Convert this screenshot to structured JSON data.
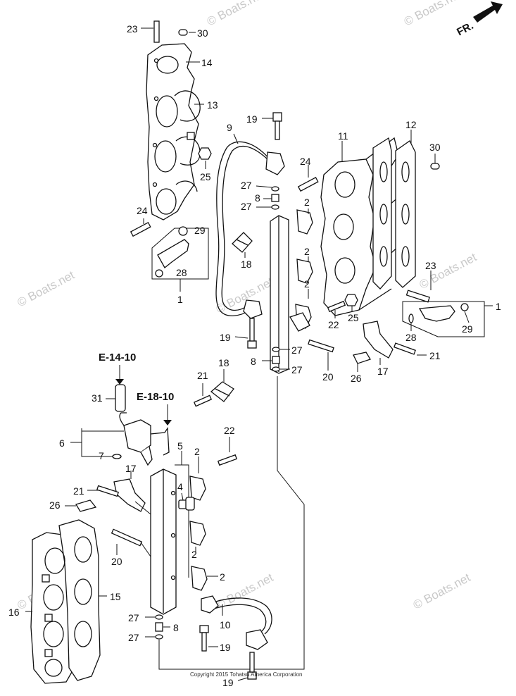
{
  "direction_label": "FR.",
  "watermark": "© Boats.net",
  "copyright": "Copyright 2015 Tohatsu America Corporation",
  "references": [
    "E-14-10",
    "E-18-10"
  ],
  "callouts": [
    "23",
    "30",
    "14",
    "13",
    "25",
    "24",
    "29",
    "28",
    "1",
    "9",
    "19",
    "27",
    "8",
    "27",
    "18",
    "19",
    "27",
    "8",
    "27",
    "11",
    "12",
    "30",
    "24",
    "2",
    "2",
    "2",
    "23",
    "1",
    "29",
    "28",
    "25",
    "22",
    "21",
    "17",
    "26",
    "20",
    "31",
    "21",
    "18",
    "22",
    "6",
    "7",
    "5",
    "2",
    "17",
    "4",
    "21",
    "26",
    "2",
    "20",
    "2",
    "15",
    "16",
    "27",
    "8",
    "27",
    "10",
    "19",
    "19"
  ]
}
